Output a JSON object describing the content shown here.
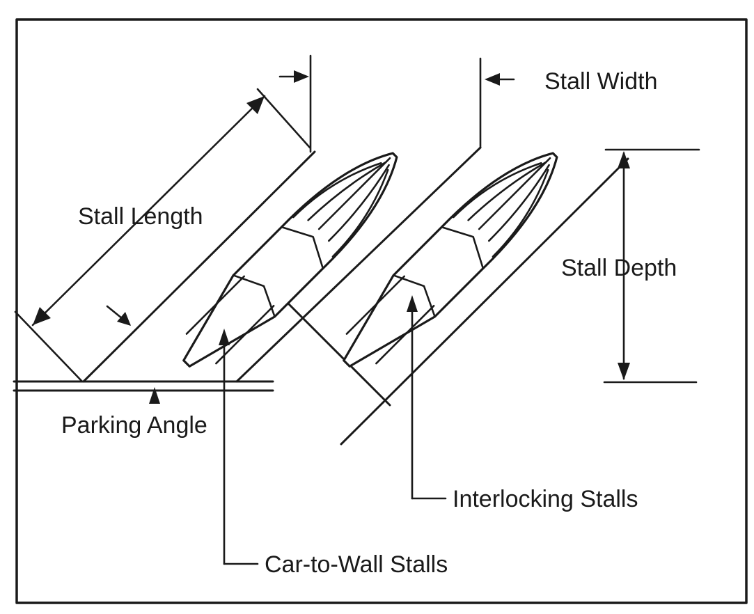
{
  "figure": {
    "labels": {
      "stall_width": "Stall Width",
      "stall_length": "Stall Length",
      "stall_depth": "Stall Depth",
      "parking_angle": "Parking Angle",
      "interlocking_stalls": "Interlocking Stalls",
      "car_to_wall_stalls": "Car-to-Wall Stalls"
    }
  }
}
